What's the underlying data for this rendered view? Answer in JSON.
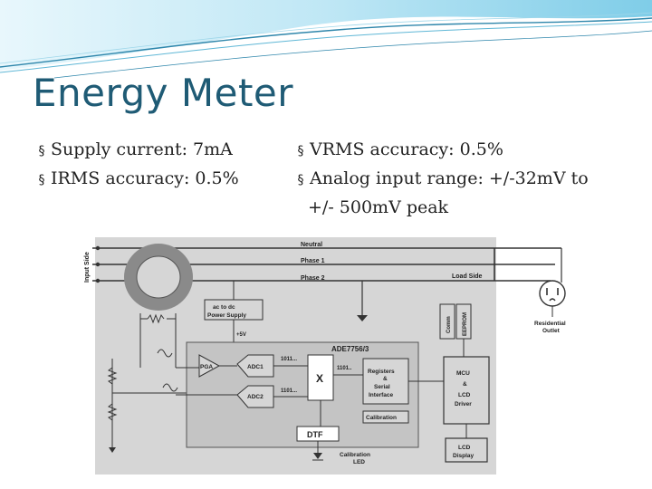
{
  "slide": {
    "title": "Energy Meter",
    "bullet_marker": "§",
    "left_bullets": [
      "Supply current: 7mA",
      "IRMS accuracy: 0.5%"
    ],
    "right_bullets": [
      "VRMS accuracy: 0.5%",
      "Analog input range: +/-32mV to"
    ],
    "right_continuation": "+/- 500mV peak"
  },
  "diagram": {
    "input_side": "Input Side",
    "neutral": "Neutral",
    "phase1": "Phase 1",
    "phase2": "Phase 2",
    "load_side": "Load Side",
    "power_supply": "ac to dc",
    "power_supply_2": "Power Supply",
    "plus5v": "+5V",
    "chip": "ADE7756/3",
    "pga": "PGA",
    "adc1": "ADC1",
    "adc2": "ADC2",
    "bits1": "1011...",
    "bits2": "1101...",
    "bits3": "1101..",
    "multiply": "X",
    "registers": "Registers",
    "amp": "&",
    "serial": "Serial",
    "interface": "Interface",
    "calibration": "Calibration",
    "dtf": "DTF",
    "cal_led": "Calibration",
    "cal_led_2": "LED",
    "comm": "Comm",
    "eeprom": "EEPROM",
    "mcu": "MCU",
    "mcu_amp": "&",
    "lcd_driver": "LCD",
    "lcd_driver_2": "Driver",
    "lcd_display": "LCD",
    "lcd_display_2": "Display",
    "outlet": "Residential",
    "outlet_2": "Outlet"
  },
  "colors": {
    "title": "#1f5b75",
    "wave_dark": "#2e86ab",
    "wave_light": "#bfe7f5",
    "diagram_bg": "#d6d6d6",
    "chip_bg": "#c4c4c4"
  }
}
